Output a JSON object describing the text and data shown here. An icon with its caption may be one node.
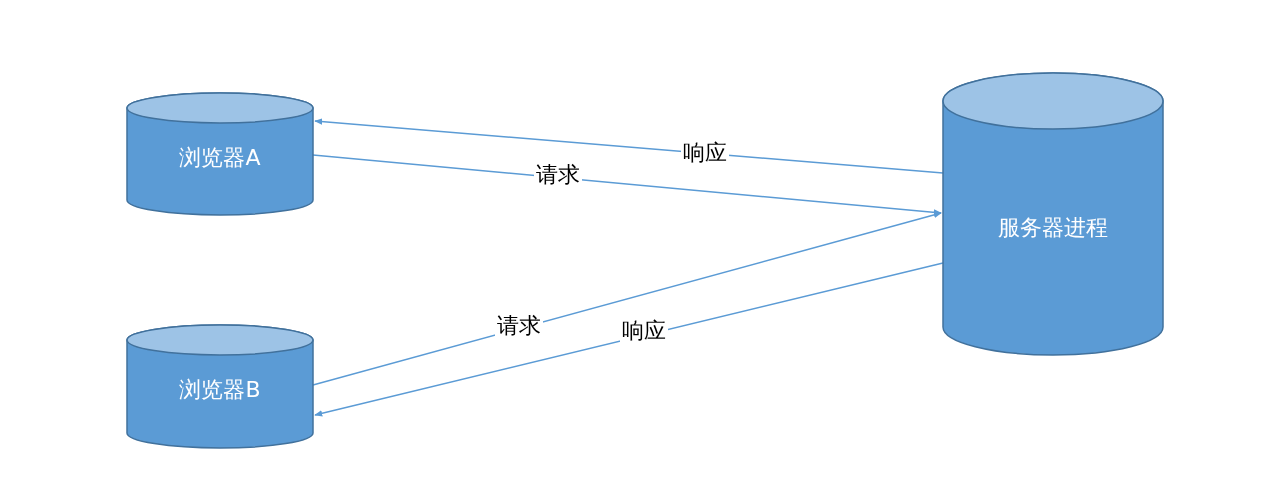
{
  "diagram": {
    "nodes": [
      {
        "text": [
          "浏览器A"
        ]
      },
      {
        "text": [
          "浏览器B"
        ]
      },
      {
        "text": [
          "服务器进程"
        ]
      }
    ],
    "edges": [
      {
        "from": 0,
        "to": 2,
        "arrow": "to",
        "label": "请求"
      },
      {
        "from": 2,
        "to": 0,
        "arrow": "to",
        "label": "响应"
      },
      {
        "from": 1,
        "to": 2,
        "arrow": "to",
        "label": "请求"
      },
      {
        "from": 2,
        "to": 1,
        "arrow": "to",
        "label": "响应"
      }
    ]
  }
}
